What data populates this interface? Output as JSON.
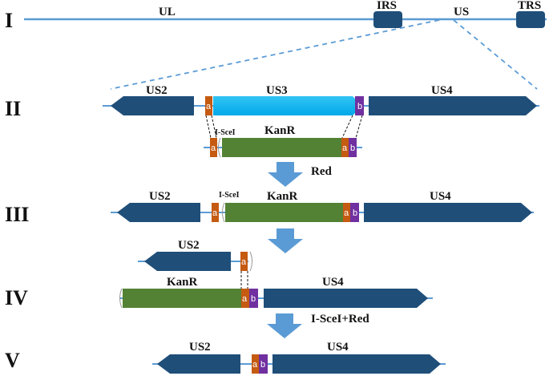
{
  "row_labels": {
    "r1": "I",
    "r2": "II",
    "r3": "III",
    "r4": "IV",
    "r5": "V"
  },
  "genome": {
    "ul": "UL",
    "irs": "IRS",
    "us": "US",
    "trs": "TRS"
  },
  "genes": {
    "us2": "US2",
    "us3": "US3",
    "us4": "US4",
    "kanr": "KanR"
  },
  "sites": {
    "a": "a",
    "b": "b",
    "isce": "I-SceI"
  },
  "steps": {
    "red": "Red",
    "isce_red": "I-SceI+Red"
  },
  "colors": {
    "line": "#5b9bd5",
    "dark_blue": "#1f4e79",
    "cyan": "#00b0f0",
    "green": "#548235",
    "orange": "#c55a11",
    "purple": "#7030a0",
    "arrow": "#5b9bd5"
  }
}
